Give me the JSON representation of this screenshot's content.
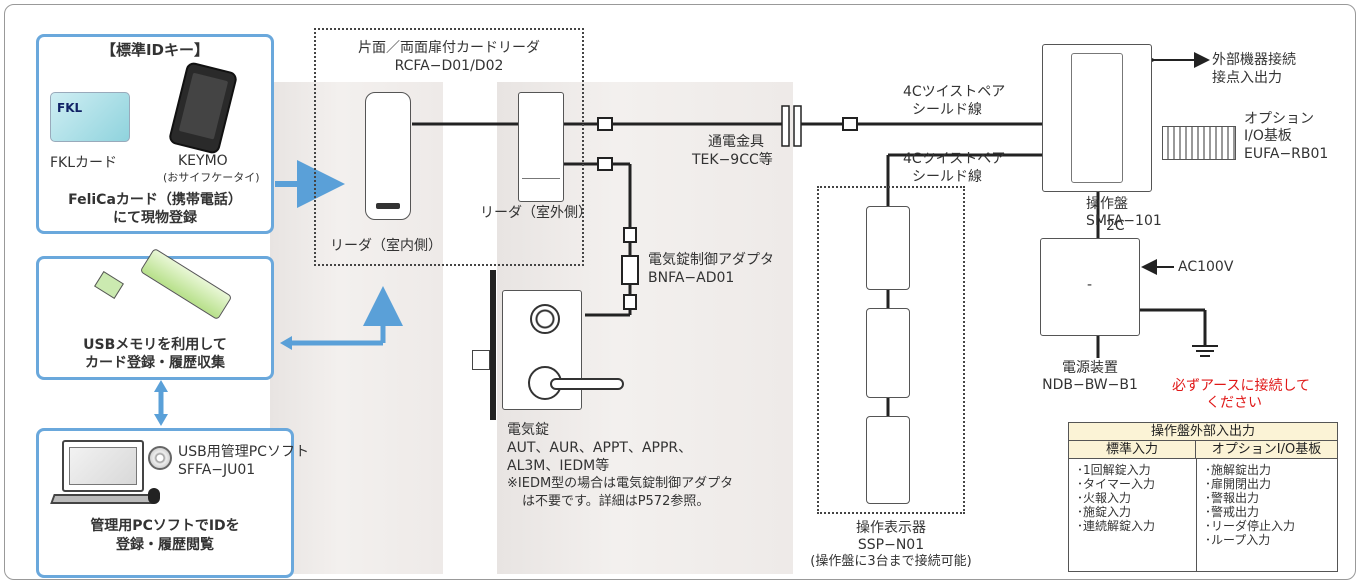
{
  "std_id": {
    "title": "【標準IDキー】",
    "fkl_logo": "FKL",
    "fkl_label": "FKLカード",
    "keymo_label": "KEYMO",
    "keymo_sub": "(おサイフケータイ)",
    "register_line1": "FeliCaカード（携帯電話）",
    "register_line2": "にて現物登録"
  },
  "usb": {
    "line1": "USBメモリを利用して",
    "line2": "カード登録・履歴収集"
  },
  "pc": {
    "soft_line1": "USB用管理PCソフト",
    "soft_line2": "SFFA−JU01",
    "line1": "管理用PCソフトでIDを",
    "line2": "登録・履歴閲覧"
  },
  "reader": {
    "header1": "片面／両面扉付カードリーダ",
    "header2": "RCFA−D01/D02",
    "indoor": "リーダ（室内側）",
    "outdoor": "リーダ（室外側）"
  },
  "adapter": {
    "line1": "電気錠制御アダプタ",
    "line2": "BNFA−AD01"
  },
  "lock": {
    "title": "電気錠",
    "models1": "AUT、AUR、APPT、APPR、",
    "models2": "AL3M、IEDM等",
    "note1": "※IEDM型の場合は電気錠制御アダプタ",
    "note2": "は不要です。詳細はP572参照。"
  },
  "tsuuden": {
    "line1": "通電金具",
    "line2": "TEK−9CC等"
  },
  "cable_top": {
    "line1": "4Cツイストペア",
    "line2": "シールド線"
  },
  "cable_mid": {
    "line1": "4Cツイストペア",
    "line2": "シールド線"
  },
  "ext": {
    "line1": "外部機器接続",
    "line2": "接点入出力"
  },
  "option_board": {
    "line1": "オプション",
    "line2": "I/O基板",
    "line3": "EUFA−RB01"
  },
  "panel": {
    "line1": "操作盤",
    "line2": "SMFA−101"
  },
  "wire_2c": "2C",
  "ac": "AC100V",
  "psu": {
    "line1": "電源装置",
    "line2": "NDB−BW−B1",
    "dash": "-"
  },
  "ground": {
    "line1": "必ずアースに接続して",
    "line2": "ください"
  },
  "display": {
    "line1": "操作表示器",
    "line2": "SSP−N01",
    "line3": "(操作盤に3台まで接続可能)"
  },
  "io_table": {
    "title": "操作盤外部入出力",
    "col1": "標準入力",
    "col2": "オプションI/O基板",
    "col1_items": [
      "･1回解錠入力",
      "･タイマー入力",
      "･火報入力",
      "･施錠入力",
      "･連続解錠入力"
    ],
    "col2_items": [
      "･施解錠出力",
      "･扉開閉出力",
      "･警報出力",
      "･警戒出力",
      "･リーダ停止入力",
      "･ループ入力"
    ]
  },
  "colors": {
    "accent_blue": "#5aa0d8",
    "warning_red": "#e01818",
    "table_header": "#fbf3d6"
  }
}
